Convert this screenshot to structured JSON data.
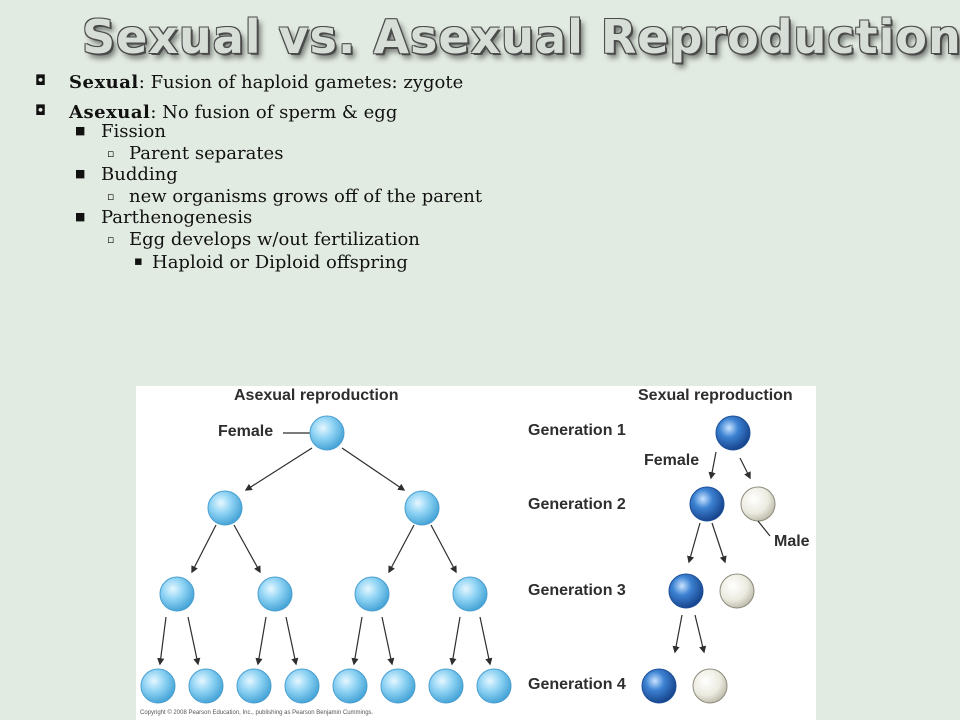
{
  "slide": {
    "title": "Sexual vs. Asexual Reproduction",
    "bullets": [
      {
        "term": "Sexual",
        "text": ": Fusion of haploid gametes: zygote"
      },
      {
        "term": "Asexual",
        "text": ": No fusion of sperm & egg"
      }
    ],
    "sub_items": [
      "Fission",
      "Parent separates",
      "Budding",
      "new organisms grows off of the parent",
      "Parthenogenesis",
      "Egg develops w/out fertilization",
      "Haploid or Diploid offspring"
    ]
  },
  "figure": {
    "asexual_title": "Asexual reproduction",
    "sexual_title": "Sexual reproduction",
    "female_label_left": "Female",
    "female_label_right": "Female",
    "male_label": "Male",
    "generations": [
      "Generation 1",
      "Generation 2",
      "Generation 3",
      "Generation 4"
    ],
    "copyright": "Copyright © 2008 Pearson Education, Inc., publishing as Pearson Benjamin Cummings.",
    "colors": {
      "asexual_cell": "#7cc9ef",
      "female_cell": "#2f6fc0",
      "male_cell": "#ecebe0",
      "arrow": "#2e2e2e"
    }
  }
}
